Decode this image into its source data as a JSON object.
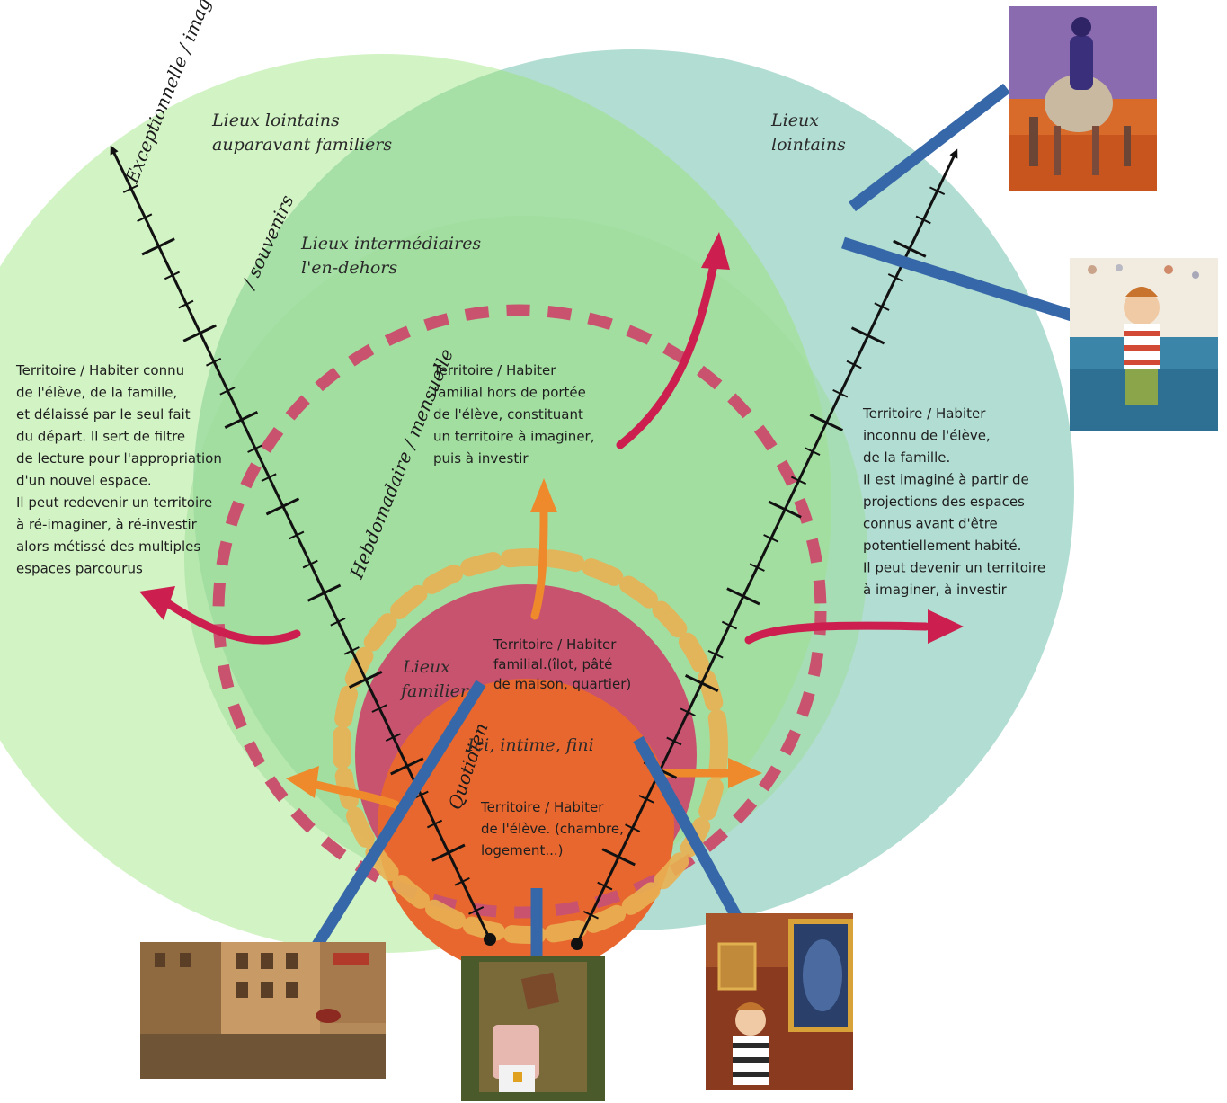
{
  "colors": {
    "outer_green": "#d2f3c4",
    "teal": "#b2ddd2",
    "overlap": "#a6e0a6",
    "mid_green": "#9fdc9a",
    "red_disc": "#c8536e",
    "orange_disc": "#e8672f",
    "dash_pink": "#c9536e",
    "dash_orange": "#e9b052",
    "arrow_red": "#cc1f4f",
    "arrow_orange": "#ef8a2c",
    "connector_blue": "#3667a8",
    "axis": "#111111"
  },
  "zones": {
    "lieux_lointains_familiers": [
      "Lieux lointains",
      "auparavant familiers"
    ],
    "lieux_lointains": [
      "Lieux",
      "lointains"
    ],
    "lieux_intermediaires": [
      "Lieux intermédiaires",
      "l'en-dehors"
    ],
    "lieux_familiers": [
      "Lieux",
      "familiers"
    ],
    "ici_intime": "Ici, intime, fini"
  },
  "descriptions": {
    "left": [
      "Territoire / Habiter connu",
      "de l'élève, de la famille,",
      "et délaissé par le seul fait",
      "du départ. Il sert de filtre",
      "de lecture pour l'appropriation",
      "d'un nouvel espace.",
      "Il peut redevenir un territoire",
      "à ré-imaginer, à ré-investir",
      "alors métissé des multiples",
      "espaces parcourus"
    ],
    "middle": [
      "Territoire / Habiter",
      "familial hors de portée",
      "de l'élève, constituant",
      "un territoire à imaginer,",
      "puis à investir"
    ],
    "right": [
      "Territoire / Habiter",
      "inconnu de l'élève,",
      "de la famille.",
      "Il est imaginé à partir de",
      "projections des espaces",
      "connus avant d'être",
      "potentiellement habité.",
      "Il peut devenir un territoire",
      "à imaginer, à investir"
    ],
    "familial": [
      "Territoire / Habiter",
      "familial.(îlot, pâté",
      "de maison, quartier)"
    ],
    "eleve": [
      "Territoire / Habiter",
      "de l'élève. (chambre,",
      "logement...)"
    ]
  },
  "axis_labels": {
    "imaginaire": "Exceptionnelle / imaginaire",
    "souvenirs": "/ souvenirs",
    "mensuelle": "Hebdomadaire / mensuelle",
    "quotidien": "Quotidien"
  },
  "illustrations": {
    "desert": "desert-caravan-illustration",
    "sea": "child-painting-sea-illustration",
    "street": "city-street-illustration",
    "bedroom": "bedroom-illustration",
    "museum": "child-museum-illustration"
  }
}
